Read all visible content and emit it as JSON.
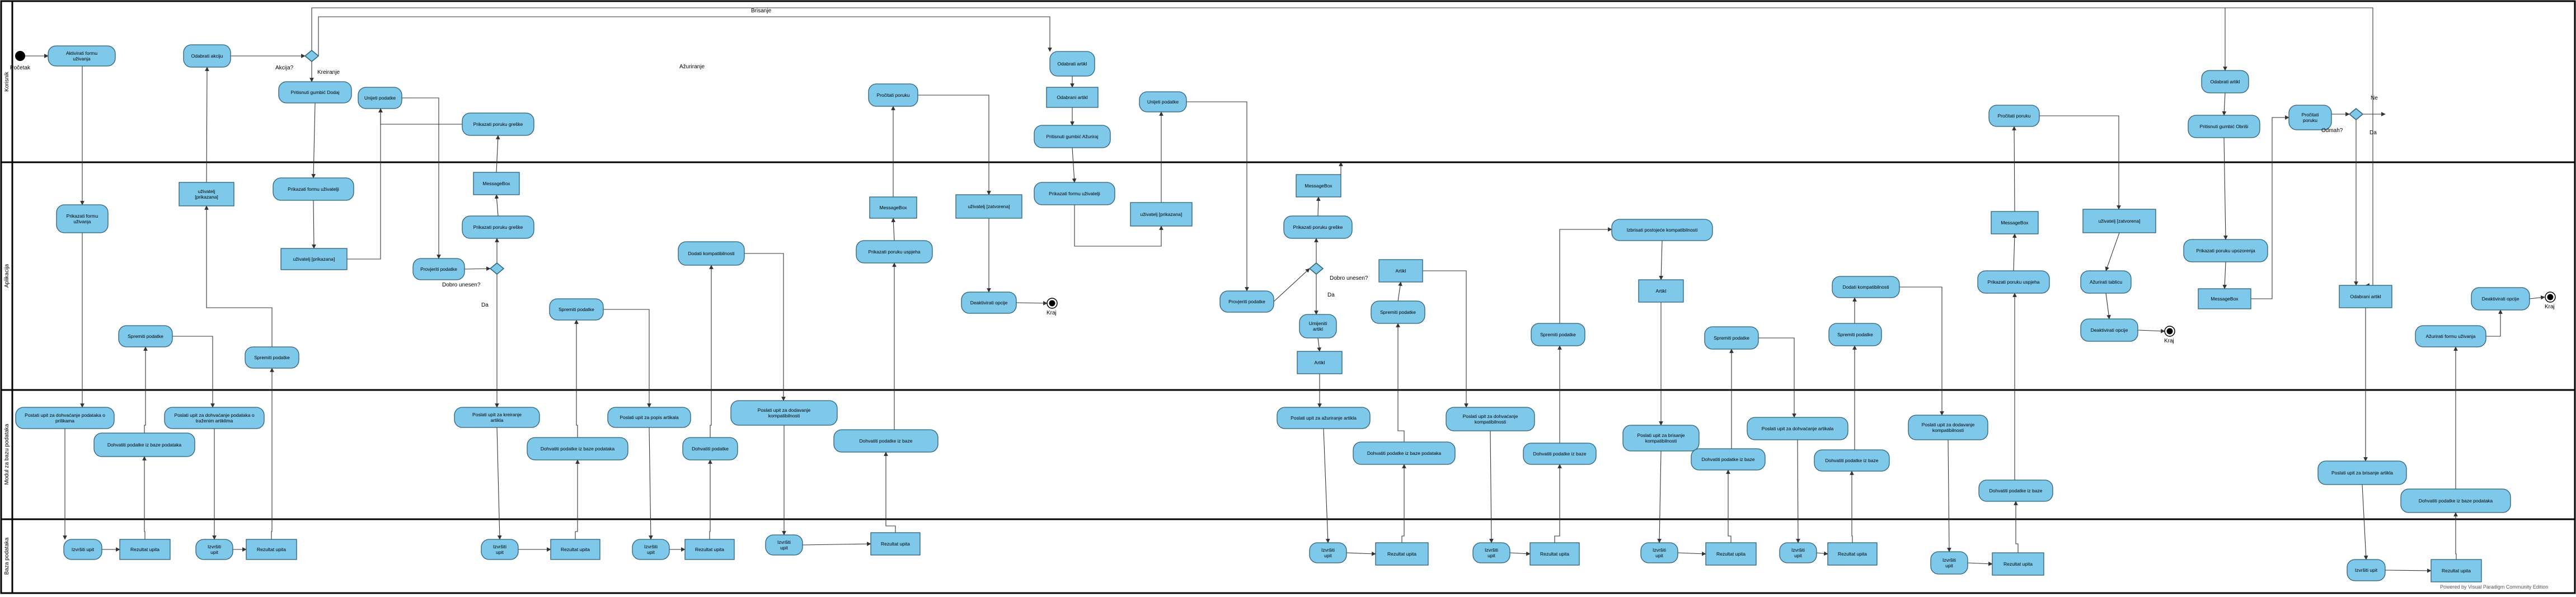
{
  "colors": {
    "node_fill": "#7ec8ea",
    "node_stroke": "#2f5f78",
    "line": "#333333",
    "lane_border": "#000000"
  },
  "lanes": [
    {
      "id": "korisnik",
      "label": "Korisnik"
    },
    {
      "id": "aplikacija",
      "label": "Aplikacija"
    },
    {
      "id": "modul",
      "label": "Modul za bazu podataka"
    },
    {
      "id": "baza",
      "label": "Baza podataka"
    }
  ],
  "start_label": "Početak",
  "nodes": {
    "n1": "Aktivirati formu uživanja",
    "n2": "Prikazati formu uživanja",
    "n3": "Postati upit za dohvaćanje podataka o prilikama",
    "n4": "Izvršiti upit",
    "n5": "Rezultat upita",
    "n6": "Dohvatiti podatke iz baze podataka",
    "n7": "Spremiti podatke",
    "n8": "Poslati upit za dohvaćanje podataka o traženim artiklima",
    "n9": "Izvršiti upit",
    "n10": "Rezultat upita",
    "n11": "Spremiti podatke",
    "n12": "uživatelj [prikazana]",
    "n13": "Odabrati akciju",
    "n14": "Pritisnuti gumbić Dodaj",
    "n15": "Prikazati formu uživatelji",
    "n16": "uživatelj [prikazana]",
    "n17": "Unijeti podatke",
    "n18": "Provjeriti podatke",
    "n19": "Prikazati poruku greške",
    "n20": "MessageBox",
    "n21": "Prikazati poruku greške",
    "n22": "Poslati upit za kreiranje artikla",
    "n23": "Izvršiti upit",
    "n24": "Rezultat upita",
    "n25": "Dohvatiti podatke iz baze podataka",
    "n26": "Spremiti podatke",
    "n27": "Poslati upit za popis artikala",
    "n28": "Izvršiti upit",
    "n29": "Rezultat upita",
    "n30": "Dohvatiti podatke",
    "n31": "Dodati kompatibilnosti",
    "n32": "Poslati upit za dodavanje kompatibilnosti",
    "n33": "Izvršiti upit",
    "n34": "Rezultat upita",
    "n35": "Dohvatiti podatke iz baze",
    "n36": "Prikazati poruku uspjeha",
    "n37": "MessageBox",
    "n38": "Pročitati poruku",
    "n39": "uživatelj [zatvorena]",
    "n40": "Deaktivirati opcije",
    "n41": "Odabrati artikl",
    "n42": "Odabrani artikl",
    "n43": "Pritisnuti gumbić Ažuriraj",
    "n44": "Prikazati formu uživatelji",
    "n45": "uživatelj [prikazana]",
    "n46": "Unijeti podatke",
    "n47": "Provjeriti podatke",
    "n48": "MessageBox",
    "n49": "Prikazati poruku greške",
    "n50": "Umijeniti artikl",
    "n51": "Artikl",
    "n52": "Artikl",
    "n53": "Spremiti podatke",
    "n54": "Poslati upit za ažuriranje artikla",
    "n55": "Izvršiti upit",
    "n56": "Rezultat upita",
    "n57": "Dohvatiti podatke iz baze podataka",
    "n58": "Poslati upit za dohvaćanje kompatibilnosti",
    "n59": "Izvršiti upit",
    "n60": "Rezultat upita",
    "n61": "Dohvatiti podatke iz baze",
    "n62": "Spremiti podatke",
    "n63": "Izbrisati postojeće kompatibilnosti",
    "n64": "Artikl",
    "n65": "Poslati upit za brisanje kompatibilnosti",
    "n66": "Izvršiti upit",
    "n67": "Rezultat upita",
    "n68": "Dohvatiti podatke iz baze",
    "n69": "Spremiti podatke",
    "n70": "Poslati upit za dohvaćanje artikala",
    "n71": "Izvršiti upit",
    "n72": "Rezultat upita",
    "n73": "Dohvatiti podatke iz baze",
    "n74": "Spremiti podatke",
    "n75": "Dodati kompatibilnosti",
    "n76": "Poslati upit za dodavanje kompatibilnosti",
    "n77": "Izvršiti upit",
    "n78": "Rezultat upita",
    "n79": "Dohvatiti podatke iz baze",
    "n80": "Prikazati poruku uspjeha",
    "n81": "MessageBox",
    "n82": "Pročitati poruku",
    "n83": "uživatelj [zatvorena]",
    "n84": "Ažurirati tablicu",
    "n85": "Deaktivirati opcije",
    "n86": "Odabrati artikl",
    "n87": "Pritisnuti gumbić Obriši",
    "n88": "Prikazati poruku upozorenja",
    "n89": "MessageBox",
    "n90": "Pročitati poruku",
    "n91": "Odabrani artikl",
    "n92": "Poslati upit za brisanje artikla",
    "n93": "Izvršiti upit",
    "n94": "Rezultat upita",
    "n95": "Dohvatiti podatke iz baze podataka",
    "n96": "Ažurirati formu uživanja",
    "n97": "Deaktivirati opcije"
  },
  "labels": {
    "akcija": "Akcija?",
    "kreiranje": "Kreiranje",
    "azuriranje": "Ažuriranje",
    "brisanje": "Brisanje",
    "dobro1": "Dobro unesen?",
    "da1": "Da",
    "dobro2": "Dobro unesen?",
    "da2": "Da",
    "odmah": "Odmah?",
    "ne": "Ne",
    "da3": "Da",
    "kraj1": "Kraj",
    "kraj2": "Kraj",
    "kraj3": "Kraj"
  },
  "footer": "Powered by Visual Paradigm Community Edition"
}
